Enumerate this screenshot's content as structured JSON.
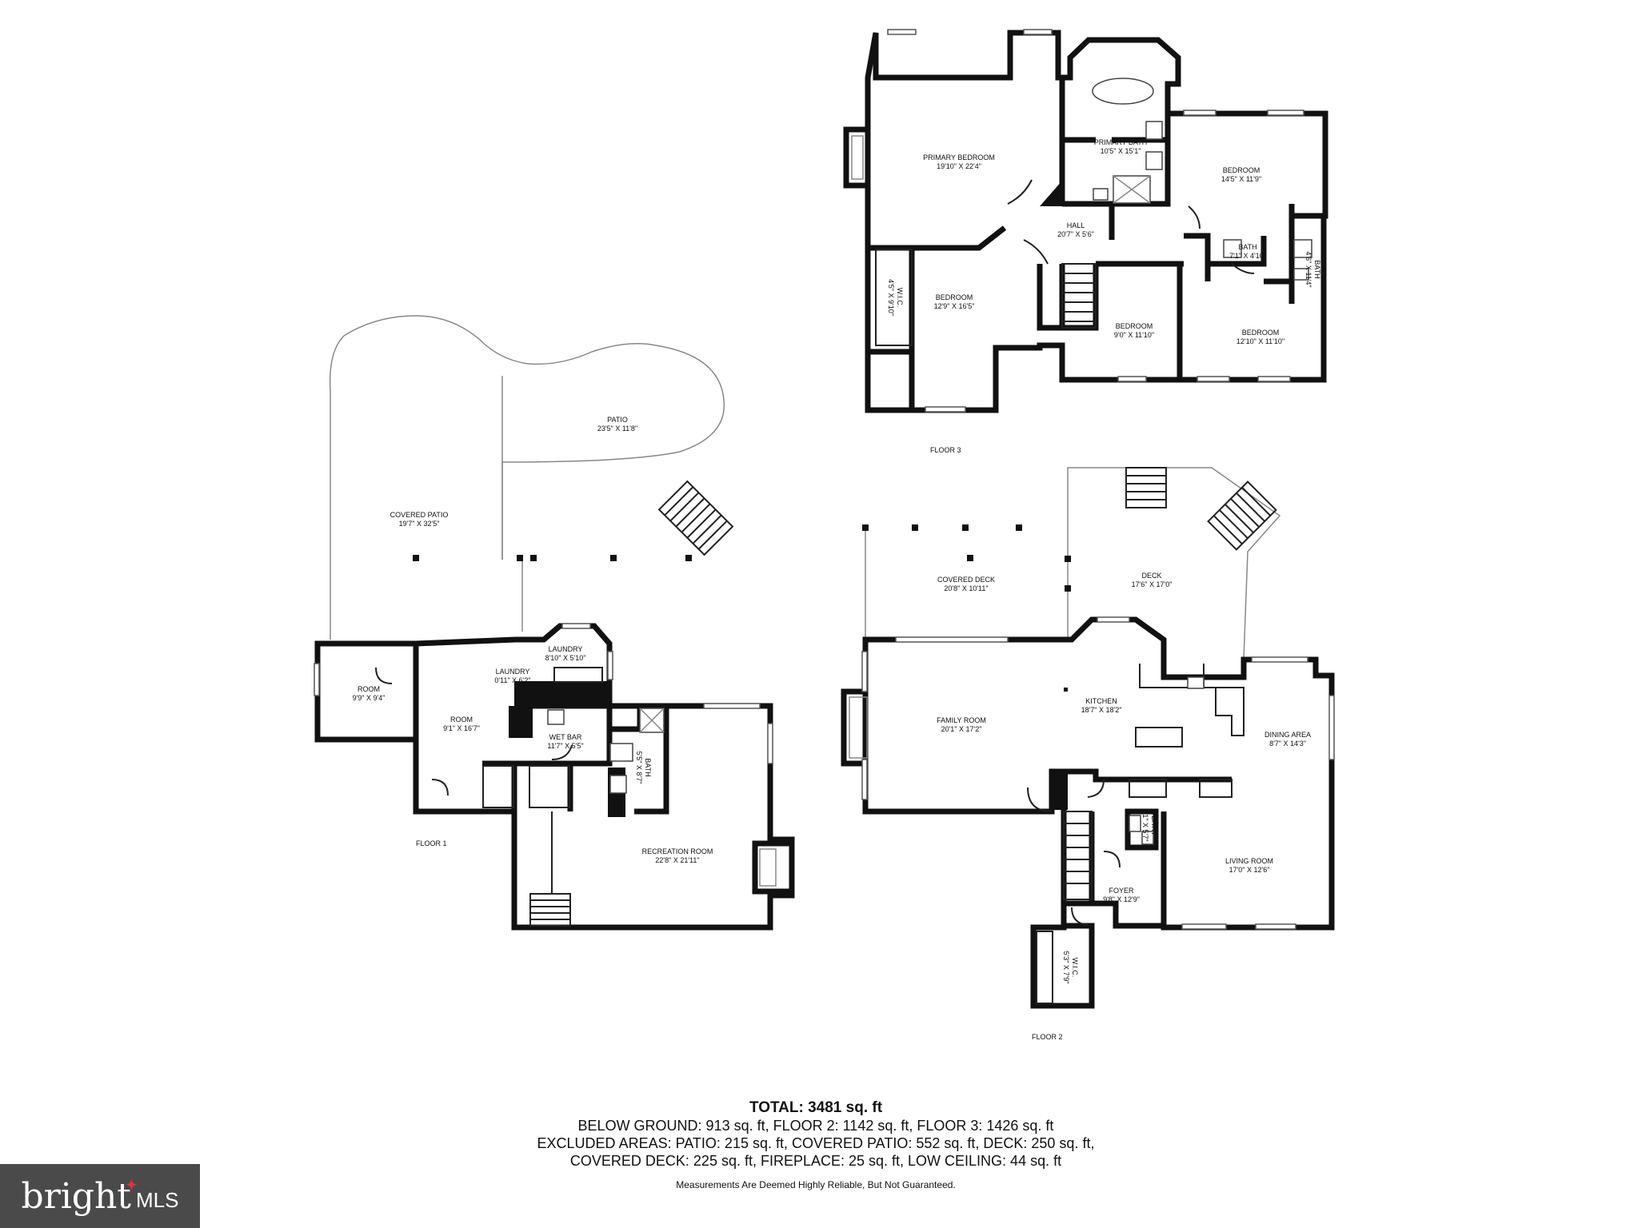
{
  "rooms": {
    "f3_primary_bedroom": {
      "name": "PRIMARY BEDROOM",
      "dim": "19'10\" X 22'4\""
    },
    "f3_primary_bath": {
      "name": "PRIMARY BATH",
      "dim": "10'5\" X 15'1\""
    },
    "f3_bedroom_a": {
      "name": "BEDROOM",
      "dim": "14'5\" X 11'9\""
    },
    "f3_hall": {
      "name": "HALL",
      "dim": "20'7\" X 5'6\""
    },
    "f3_bath_a": {
      "name": "BATH",
      "dim": "7'1\" X 4'10\""
    },
    "f3_bath_b": {
      "name": "BATH",
      "dim": "4'6\" X 11'4\""
    },
    "f3_wic": {
      "name": "W.I.C.",
      "dim": "4'5\" X 9'10\""
    },
    "f3_bedroom_b": {
      "name": "BEDROOM",
      "dim": "12'9\" X 16'5\""
    },
    "f3_bedroom_c": {
      "name": "BEDROOM",
      "dim": "9'0\" X 11'10\""
    },
    "f3_bedroom_d": {
      "name": "BEDROOM",
      "dim": "12'10\" X 11'10\""
    },
    "f1_patio": {
      "name": "PATIO",
      "dim": "23'5\" X 11'8\""
    },
    "f1_covered_patio": {
      "name": "COVERED PATIO",
      "dim": "19'7\" X 32'5\""
    },
    "f1_room_a": {
      "name": "ROOM",
      "dim": "9'9\" X 9'4\""
    },
    "f1_laundry_a": {
      "name": "LAUNDRY",
      "dim": "8'10\" X 5'10\""
    },
    "f1_laundry_b": {
      "name": "LAUNDRY",
      "dim": "0'11\" X 6'2\""
    },
    "f1_room_b": {
      "name": "ROOM",
      "dim": "9'1\" X 16'7\""
    },
    "f1_wet_bar": {
      "name": "WET BAR",
      "dim": "11'7\" X 5'5\""
    },
    "f1_bath": {
      "name": "BATH",
      "dim": "5'5\" X 8'7\""
    },
    "f1_recreation": {
      "name": "RECREATION ROOM",
      "dim": "22'8\" X 21'11\""
    },
    "f2_covered_deck": {
      "name": "COVERED DECK",
      "dim": "20'8\" X 10'11\""
    },
    "f2_deck": {
      "name": "DECK",
      "dim": "17'6\" X 17'0\""
    },
    "f2_family": {
      "name": "FAMILY ROOM",
      "dim": "20'1\" X 17'2\""
    },
    "f2_kitchen": {
      "name": "KITCHEN",
      "dim": "18'7\" X 18'2\""
    },
    "f2_dining": {
      "name": "DINING AREA",
      "dim": "8'7\" X 14'3\""
    },
    "f2_bath": {
      "name": "BATH",
      "dim": "3'1\" X 5'7\""
    },
    "f2_living": {
      "name": "LIVING ROOM",
      "dim": "17'0\" X 12'6\""
    },
    "f2_foyer": {
      "name": "FOYER",
      "dim": "9'8\" X 12'9\""
    },
    "f2_wic": {
      "name": "W.I.C.",
      "dim": "5'3\" X 7'9\""
    }
  },
  "floor_labels": {
    "floor1": "FLOOR 1",
    "floor2": "FLOOR 2",
    "floor3": "FLOOR 3"
  },
  "summary": {
    "total": "TOTAL: 3481 sq. ft",
    "line1": "BELOW GROUND: 913 sq. ft, FLOOR 2: 1142 sq. ft, FLOOR 3: 1426 sq. ft",
    "line2": "EXCLUDED AREAS: PATIO: 215 sq. ft, COVERED PATIO: 552 sq. ft, DECK: 250 sq. ft,",
    "line3": "COVERED DECK: 225 sq. ft, FIREPLACE: 25 sq. ft, LOW CEILING: 44 sq. ft",
    "disclaimer": "Measurements Are Deemed Highly Reliable, But Not Guaranteed."
  },
  "logo": {
    "brand": "bright",
    "suffix": "MLS"
  }
}
